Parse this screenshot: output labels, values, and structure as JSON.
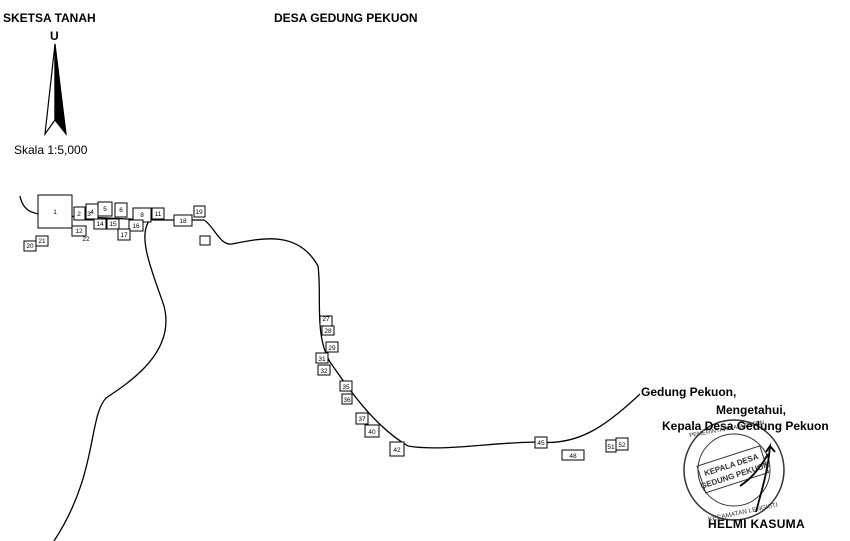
{
  "header": {
    "sketch_label": "SKETSA TANAH",
    "title": "DESA GEDUNG PEKUON"
  },
  "compass": {
    "north_letter": "U",
    "icon": "north-arrow-icon"
  },
  "scale": {
    "label": "Skala  1:5,000"
  },
  "parcels": {
    "p1": "1",
    "p2": "2",
    "p3": "3",
    "p4": "4",
    "p5": "5",
    "p6": "6",
    "p8": "8",
    "p11": "11",
    "p12": "12",
    "p14": "14",
    "p15": "15",
    "p16": "16",
    "p17": "17",
    "p18": "18",
    "p19": "19",
    "p20": "20",
    "p21": "21",
    "p22": "22",
    "p27": "27",
    "p28": "28",
    "p29": "29",
    "p31": "31",
    "p32": "32",
    "p35": "35",
    "p36": "36",
    "p37": "37",
    "p40": "40",
    "p42": "42",
    "p45": "45",
    "p48": "48",
    "p51": "51",
    "p52": "52"
  },
  "signature_block": {
    "place": "Gedung Pekuon,",
    "acknowledged": "Mengetahui,",
    "position": "Kepala Desa Gedung Pekuon",
    "name": "HELMI KASUMA"
  },
  "stamp": {
    "center_line_1": "KEPALA DESA",
    "center_line_2": "GEDUNG PEKUON",
    "ring_top": "PEMERINTAH KABUPATEN",
    "ring_bottom": "KECAMATAN LENGKITI",
    "color": "#333333"
  }
}
